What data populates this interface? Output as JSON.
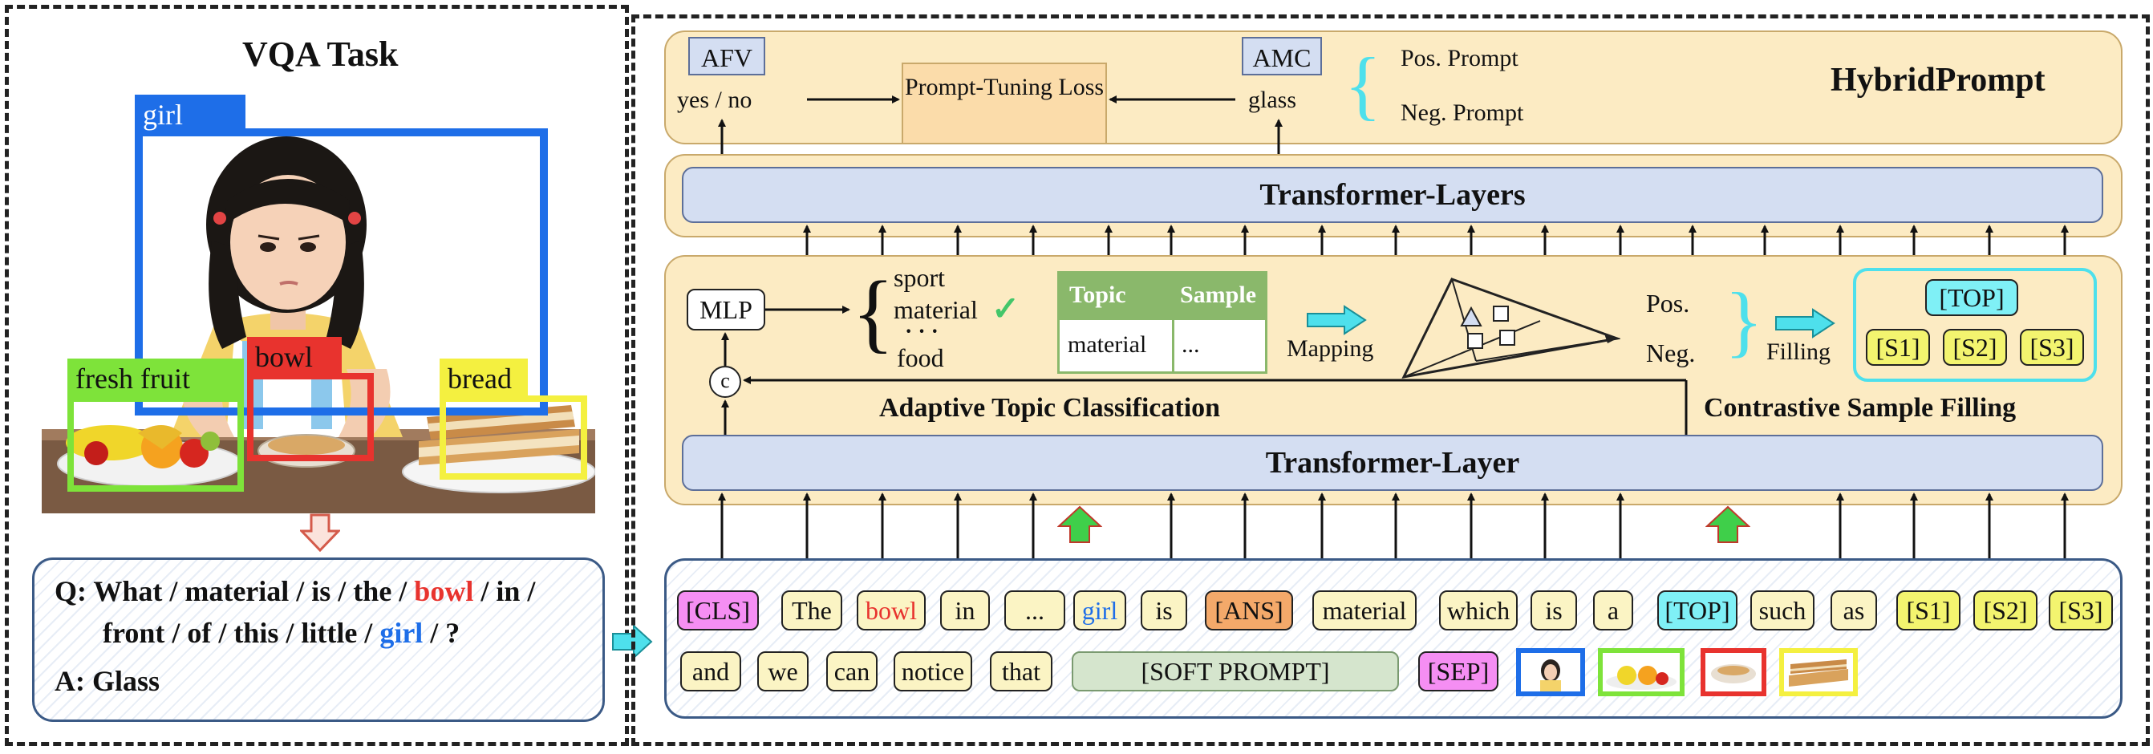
{
  "vqa": {
    "title": "VQA Task",
    "labels": {
      "girl": "girl",
      "fresh_fruit": "fresh fruit",
      "bowl": "bowl",
      "bread": "bread"
    },
    "question": {
      "q_prefix": "Q: What / material / is / the / ",
      "q_bowl": "bowl",
      "q_mid": " / in /",
      "q_line2_prefix": "front / of / this / little / ",
      "q_girl": "girl",
      "q_line2_suffix": " / ?",
      "answer": "A: Glass"
    },
    "colors": {
      "girl": "#1e6ee8",
      "fruit": "#7ee33a",
      "bowl": "#e8332e",
      "bread": "#f4f040"
    }
  },
  "model": {
    "title": "HybridPrompt",
    "top": {
      "afv": "AFV",
      "afv_value": "yes / no",
      "amc": "AMC",
      "amc_value": "glass",
      "loss": "Prompt-Tuning Loss",
      "pos_prompt": "Pos. Prompt",
      "neg_prompt": "Neg. Prompt"
    },
    "transformer_layers": "Transformer-Layers",
    "transformer_layer": "Transformer-Layer",
    "atc": {
      "title": "Adaptive Topic Classification",
      "mlp": "MLP",
      "concat": "c",
      "topics": [
        "sport",
        "material",
        "food"
      ],
      "dots": "· · ·",
      "check": "✓",
      "table_headers": [
        "Topic",
        "Sample"
      ],
      "table_row": [
        "material",
        "..."
      ],
      "mapping": "Mapping"
    },
    "csf": {
      "title": "Contrastive Sample Filling",
      "pos": "Pos.",
      "neg": "Neg.",
      "filling": "Filling",
      "top_token": "[TOP]",
      "slots": [
        "[S1]",
        "[S2]",
        "[S3]"
      ]
    },
    "tokens_row1": [
      "[CLS]",
      "The",
      "bowl",
      "in",
      "...",
      "girl",
      "is",
      "[ANS]",
      "material",
      "which",
      "is",
      "a",
      "[TOP]",
      "such",
      "as",
      "[S1]",
      "[S2]",
      "[S3]"
    ],
    "tokens_row2": [
      "and",
      "we",
      "can",
      "notice",
      "that",
      "[SOFT PROMPT]",
      "[SEP]"
    ]
  }
}
